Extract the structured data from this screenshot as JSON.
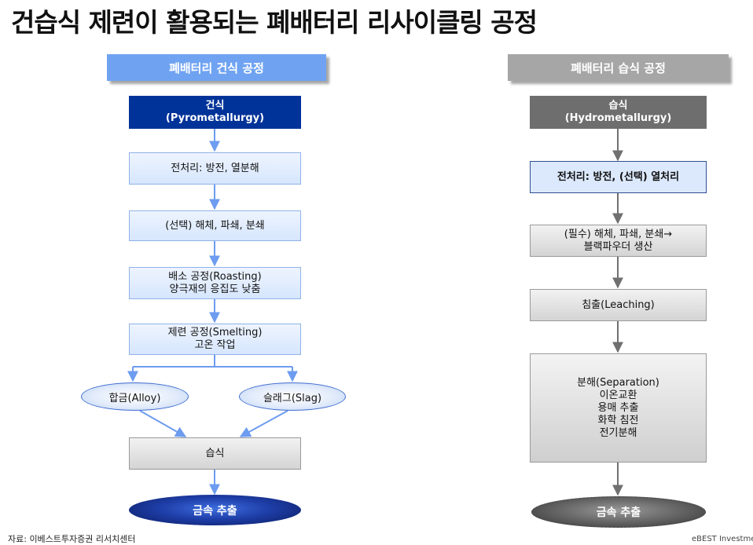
{
  "title": "건습식 제련이 활용되는 폐배터리 리사이클링 공정",
  "left": {
    "header": "폐배터리 건식 공정",
    "start": [
      "건식",
      "(Pyrometallurgy)"
    ],
    "steps": [
      [
        "전처리: 방전, 열분해"
      ],
      [
        "(선택) 해체, 파쇄, 분쇄"
      ],
      [
        "배소 공정(Roasting)",
        "양극재의 응집도 낮춤"
      ],
      [
        "제련 공정(Smelting)",
        "고온 작업"
      ]
    ],
    "branch_left": "합금(Alloy)",
    "branch_right": "슬래그(Slag)",
    "merge": "습식",
    "end": "금속 추출"
  },
  "right": {
    "header": "폐배터리 습식 공정",
    "start": [
      "습식",
      "(Hydrometallurgy)"
    ],
    "steps": [
      [
        "전처리: 방전, (선택) 열처리"
      ],
      [
        "(필수) 해체, 파쇄, 분쇄→",
        "블랙파우더 생산"
      ],
      [
        "침출(Leaching)"
      ],
      [
        "분해(Separation)",
        "이온교환",
        "용매 추출",
        "화학 침전",
        "전기분해"
      ]
    ],
    "end": "금속 추출"
  },
  "footer": {
    "source": "자료: 이베스트투자증권 리서치센터",
    "brand": "eBEST Investme"
  },
  "colors": {
    "left_header": "#6fa3f2",
    "right_header": "#a6a6a6",
    "left_start": "#003399",
    "right_start": "#6e6e6e",
    "arrow_blue": "#6d9cf0",
    "arrow_gray": "#707070"
  }
}
